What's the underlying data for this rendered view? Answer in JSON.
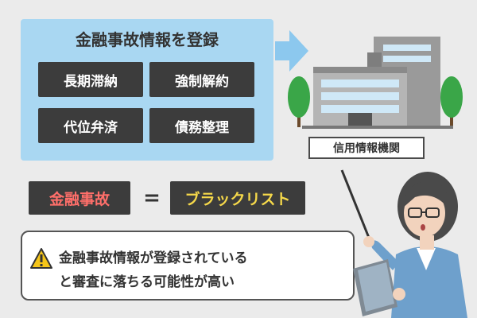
{
  "panel": {
    "title": "金融事故情報を登録",
    "items": [
      "長期滞納",
      "強制解約",
      "代位弁済",
      "債務整理"
    ]
  },
  "institution_label": "信用情報機関",
  "equation": {
    "left": "金融事故",
    "operator": "=",
    "right": "ブラックリスト"
  },
  "warning": {
    "icon": "warning-icon",
    "line1": "金融事故情報が登録されている",
    "line2": "と審査に落ちる可能性が高い"
  },
  "colors": {
    "panel_bg": "#a9d7f2",
    "tag_bg": "#3c3c3c",
    "accident_text": "#ff6f6a",
    "blacklist_text": "#f5d84a",
    "arrow": "#8cc8ee"
  }
}
